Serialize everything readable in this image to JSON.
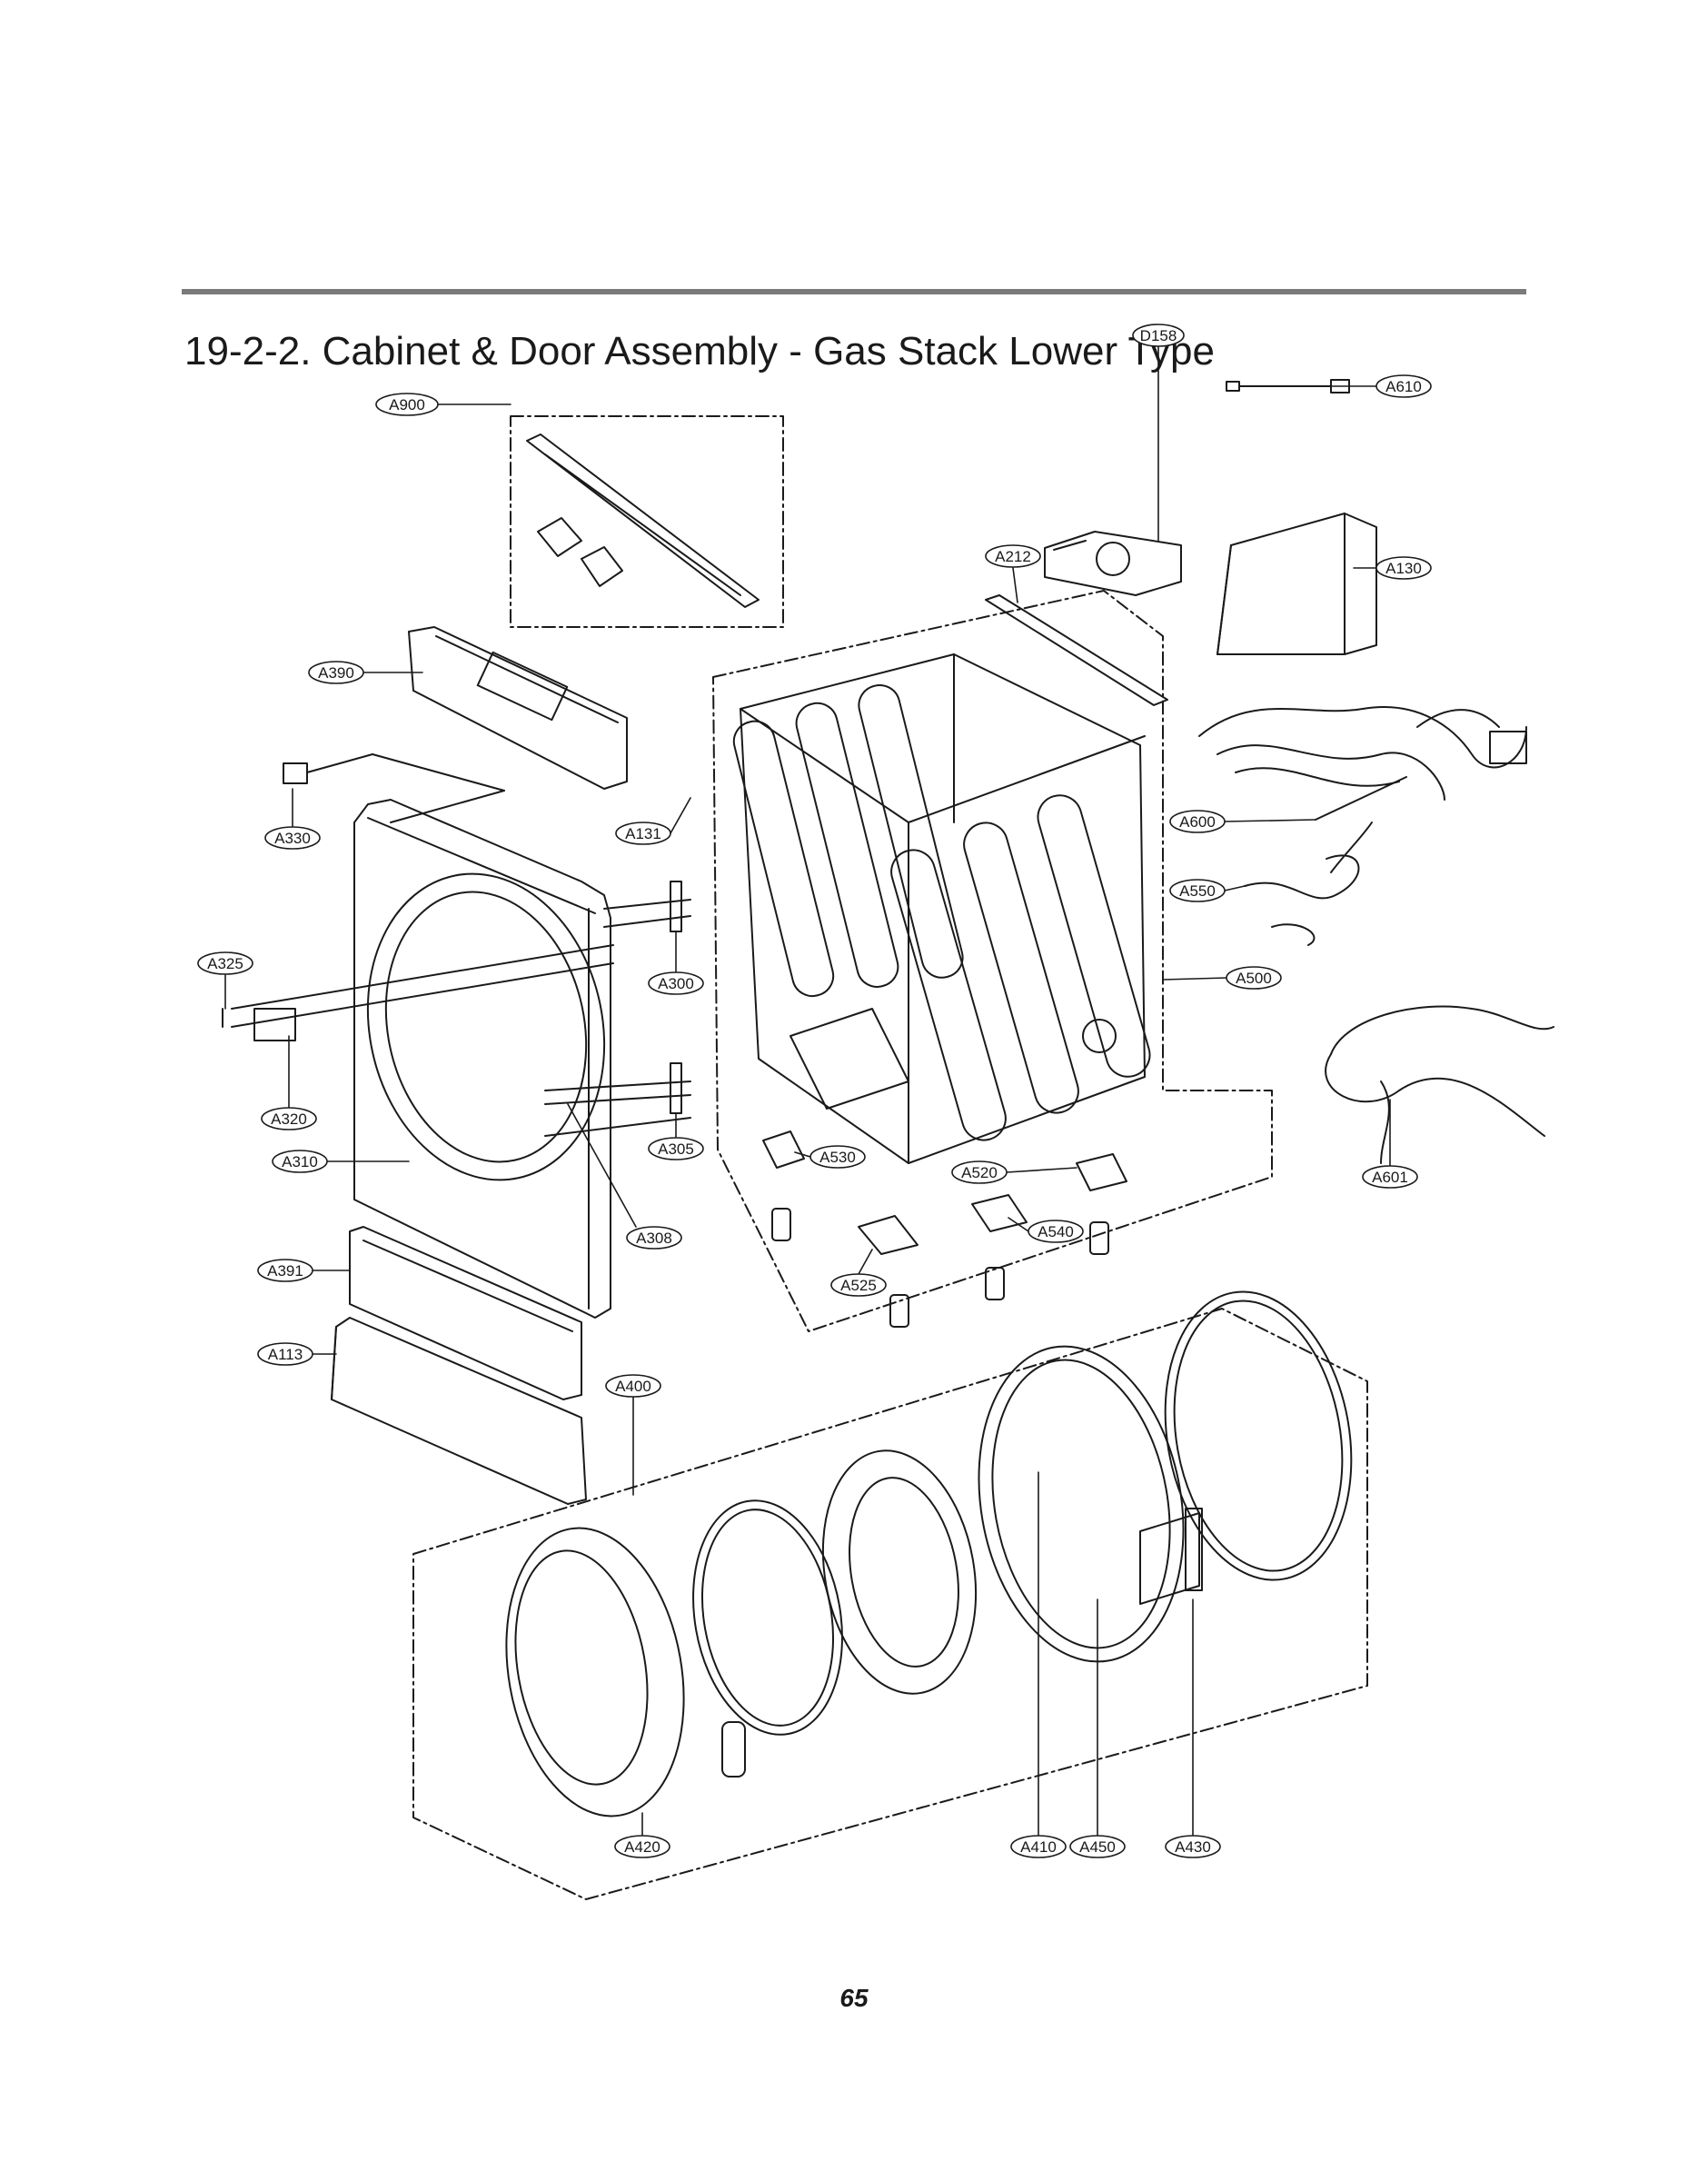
{
  "header": {
    "title": "19-2-2. Cabinet & Door Assembly - Gas Stack Lower Type"
  },
  "footer": {
    "page_number": "65"
  },
  "callouts": {
    "A900": "A900",
    "D158": "D158",
    "A610": "A610",
    "A212": "A212",
    "A130": "A130",
    "A390": "A390",
    "A330": "A330",
    "A131": "A131",
    "A600": "A600",
    "A550": "A550",
    "A325": "A325",
    "A300": "A300",
    "A500": "A500",
    "A320": "A320",
    "A305": "A305",
    "A310": "A310",
    "A530": "A530",
    "A520": "A520",
    "A601": "A601",
    "A308": "A308",
    "A540": "A540",
    "A391": "A391",
    "A525": "A525",
    "A113": "A113",
    "A400": "A400",
    "A420": "A420",
    "A410": "A410",
    "A450": "A450",
    "A430": "A430"
  },
  "colors": {
    "ink": "#1a1a1a",
    "rule": "#7a7a7a",
    "background": "#ffffff"
  }
}
